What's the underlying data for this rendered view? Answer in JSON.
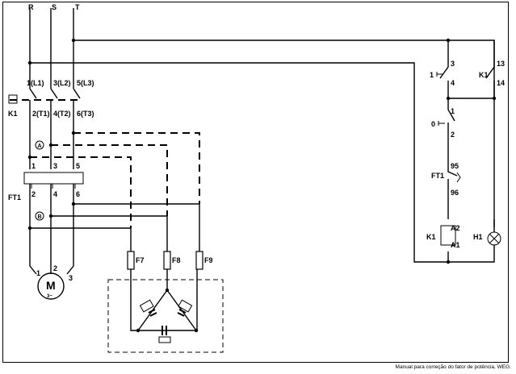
{
  "diagram": {
    "phase_labels": [
      "R",
      "S",
      "T"
    ],
    "k1_main": {
      "label": "K1",
      "line_terminals": [
        "1(L1)",
        "3(L2)",
        "5(L3)"
      ],
      "load_terminals": [
        "2(T1)",
        "4(T2)",
        "6(T3)"
      ]
    },
    "node_a_label": "A",
    "node_b_label": "B",
    "ft1_main": {
      "label": "FT1",
      "top_terminals": [
        "1",
        "3",
        "5"
      ],
      "bottom_terminals": [
        "2",
        "4",
        "6"
      ]
    },
    "motor": {
      "label": "M",
      "sublabel": "3~",
      "terminals": [
        "1",
        "2",
        "3"
      ]
    },
    "fuses": [
      "F7",
      "F8",
      "F9"
    ],
    "control": {
      "start_button": {
        "label": "1",
        "terminals": [
          "3",
          "4"
        ]
      },
      "seal_contact": {
        "label": "K1",
        "terminals": [
          "13",
          "14"
        ]
      },
      "stop_button": {
        "label": "0",
        "terminals": [
          "1",
          "2"
        ]
      },
      "overload_contact": {
        "label": "FT1",
        "terminals": [
          "95",
          "96"
        ]
      },
      "coil": {
        "label": "K1",
        "terminals": [
          "A2",
          "A1"
        ]
      },
      "lamp": {
        "label": "H1"
      }
    }
  },
  "caption": "Manual para correção do fator de potência, WEG."
}
